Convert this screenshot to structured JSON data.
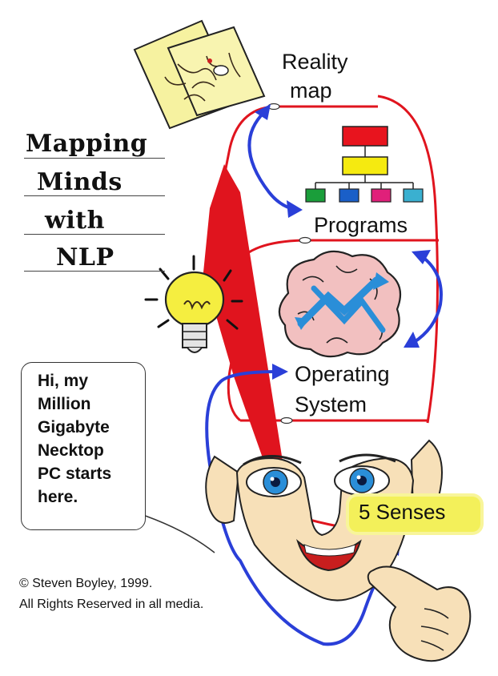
{
  "title": {
    "line1": "Mapping",
    "line2": "Minds",
    "line3": "with",
    "line4": "NLP"
  },
  "nodes": {
    "reality_line1": "Reality",
    "reality_line2": "map",
    "programs": "Programs",
    "operating_line1": "Operating",
    "operating_line2": "System",
    "senses": "5 Senses"
  },
  "speech_bubble": {
    "lines": [
      "Hi, my",
      "Million",
      "Gigabyte",
      "Necktop",
      "PC starts",
      "here."
    ]
  },
  "copyright": {
    "line1": "© Steven Boyley, 1999.",
    "line2": "All Rights Reserved in all media."
  },
  "colors": {
    "red": "#e0141e",
    "blue": "#2a3fd8",
    "highlight": "#f3f05a",
    "org_top": "#e8141e",
    "org_mid": "#f5ea10",
    "org_leaves": [
      "#1a9e3a",
      "#1a5fc8",
      "#e0207a",
      "#3ab0d0"
    ]
  },
  "icons": [
    "map-icon",
    "org-chart-icon",
    "brain-icon",
    "lightbulb-icon",
    "face-icon",
    "pointing-hand-icon"
  ]
}
